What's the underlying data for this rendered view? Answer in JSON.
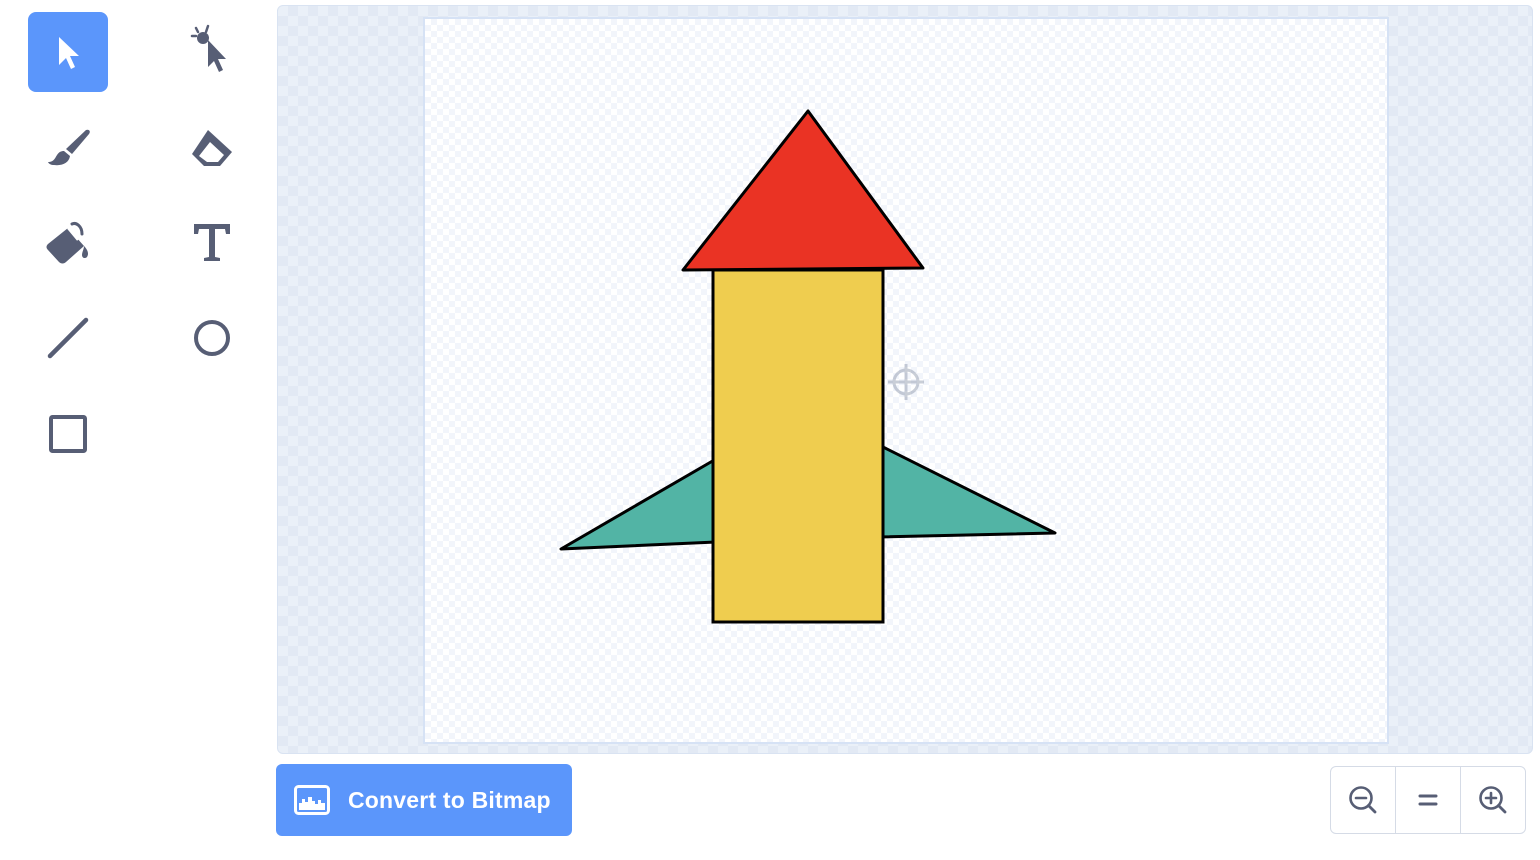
{
  "tools": [
    {
      "id": "select",
      "icon": "arrow-pointer-icon",
      "active": true
    },
    {
      "id": "reshape",
      "icon": "reshape-pointer-icon",
      "active": false
    },
    {
      "id": "brush",
      "icon": "brush-icon",
      "active": false
    },
    {
      "id": "eraser",
      "icon": "eraser-icon",
      "active": false
    },
    {
      "id": "fill",
      "icon": "paint-bucket-icon",
      "active": false
    },
    {
      "id": "text",
      "icon": "text-t-icon",
      "active": false
    },
    {
      "id": "line",
      "icon": "line-icon",
      "active": false
    },
    {
      "id": "circle",
      "icon": "circle-icon",
      "active": false
    },
    {
      "id": "rectangle",
      "icon": "rectangle-icon",
      "active": false
    }
  ],
  "colors": {
    "accent": "#5b96fb",
    "tool_icon": "#575e75",
    "rocket_nose": "#ea3324",
    "rocket_body": "#efcd4f",
    "rocket_fins": "#52b4a5",
    "outline": "#000000"
  },
  "convert_button": {
    "label": "Convert to Bitmap",
    "icon": "bitmap-image-icon"
  },
  "zoom_controls": {
    "zoom_out_icon": "zoom-out-icon",
    "reset_icon": "zoom-reset-icon",
    "zoom_in_icon": "zoom-in-icon"
  }
}
